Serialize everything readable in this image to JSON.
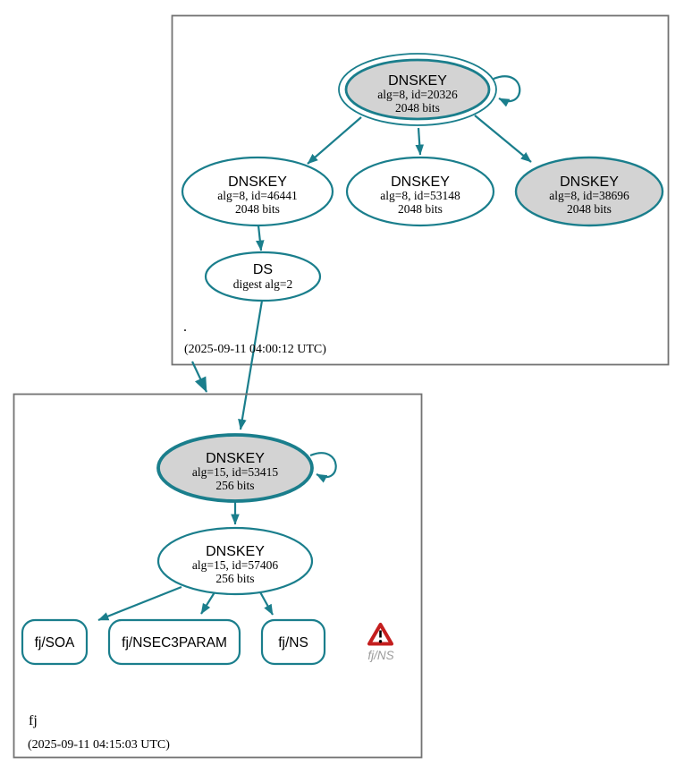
{
  "colors": {
    "edge_teal": "#1a7e8c",
    "ksk_fill": "#d3d3d3",
    "node_fill": "#ffffff",
    "cluster_border": "#737373",
    "warning_red": "#c41e1e",
    "warning_label_gray": "#9b9b9b",
    "text": "#000000"
  },
  "zones": [
    {
      "name": ".",
      "timestamp": "(2025-09-11 04:00:12 UTC)",
      "nodes": [
        {
          "id": "ksk-20326",
          "title": "DNSKEY",
          "detail": "alg=8, id=20326",
          "size": "2048 bits"
        },
        {
          "id": "zsk-46441",
          "title": "DNSKEY",
          "detail": "alg=8, id=46441",
          "size": "2048 bits"
        },
        {
          "id": "zsk-53148",
          "title": "DNSKEY",
          "detail": "alg=8, id=53148",
          "size": "2048 bits"
        },
        {
          "id": "ksk-38696",
          "title": "DNSKEY",
          "detail": "alg=8, id=38696",
          "size": "2048 bits"
        },
        {
          "id": "ds",
          "title": "DS",
          "detail": "digest alg=2"
        }
      ]
    },
    {
      "name": "fj",
      "timestamp": "(2025-09-11 04:15:03 UTC)",
      "nodes": [
        {
          "id": "ksk-53415",
          "title": "DNSKEY",
          "detail": "alg=15, id=53415",
          "size": "256 bits"
        },
        {
          "id": "zsk-57406",
          "title": "DNSKEY",
          "detail": "alg=15, id=57406",
          "size": "256 bits"
        }
      ],
      "rrsets": [
        {
          "label": "fj/SOA"
        },
        {
          "label": "fj/NSEC3PARAM"
        },
        {
          "label": "fj/NS"
        }
      ],
      "warning": {
        "label": "fj/NS"
      }
    }
  ]
}
